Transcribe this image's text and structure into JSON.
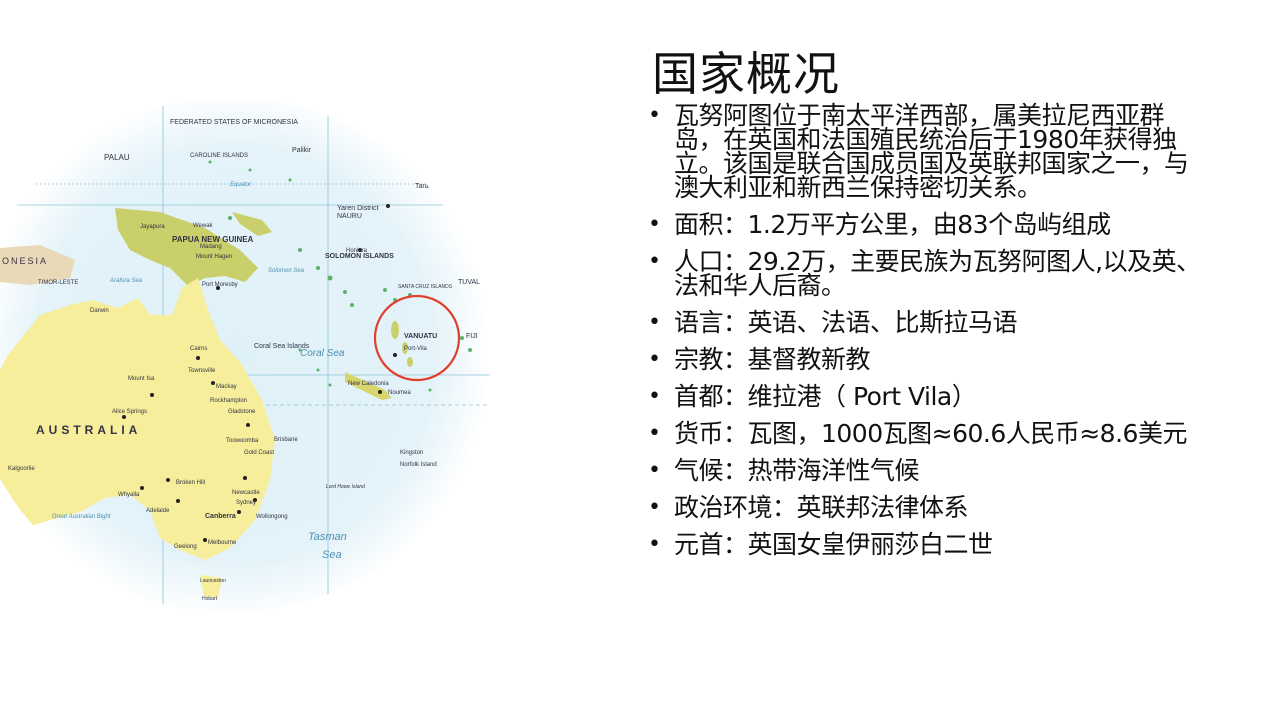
{
  "slide": {
    "title": "国家概况",
    "bullets": [
      "瓦努阿图位于南太平洋西部，属美拉尼西亚群岛，在英国和法国殖民统治后于1980年获得独立。该国是联合国成员国及英联邦国家之一，与澳大利亚和新西兰保持密切关系。",
      "面积：1.2万平方公里，由83个岛屿组成",
      "人口：29.2万，主要民族为瓦努阿图人,以及英、法和华人后裔。",
      "语言：英语、法语、比斯拉马语",
      "宗教：基督教新教",
      "首都：维拉港（ Port Vila）",
      "货币：瓦图，1000瓦图≈60.6人民币≈8.6美元",
      "气候：热带海洋性气候",
      "政治环境：英联邦法律体系",
      "元首：英国女皇伊丽莎白二世"
    ],
    "bullet_glyph": "•"
  },
  "map": {
    "labels": {
      "micronesia": "FEDERATED STATES OF MICRONESIA",
      "palau": "PALAU",
      "caroline": "CAROLINE ISLANDS",
      "palikir": "Palikir",
      "equator": "Equator",
      "nauru": "Yaren District",
      "nauru_name": "NAURU",
      "tarawa": "Tarawa",
      "png": "PAPUA NEW GUINEA",
      "jayapura": "Jayapura",
      "wewak": "Wewak",
      "madang": "Madang",
      "mount_hagen": "Mount Hagen",
      "port_moresby": "Port Moresby",
      "solomon": "SOLOMON ISLANDS",
      "honiara": "Honiara",
      "solomon_sea": "Solomon Sea",
      "santa_cruz": "SANTA CRUZ ISLANDS",
      "tuvalu": "TUVAL",
      "indonesia": "ONESIA",
      "timor": "TIMOR-LESTE",
      "arafura": "Arafura Sea",
      "darwin": "Darwin",
      "vanuatu": "VANUATU",
      "port_vila": "Port-Vila",
      "fiji": "FIJI",
      "coral_islands": "Coral Sea Islands",
      "coral_sea": "Coral Sea",
      "cairns": "Cairns",
      "townsville": "Townsville",
      "mackay": "Mackay",
      "rockhampton": "Rockhampton",
      "gladstone": "Gladstone",
      "mount_isa": "Mount Isa",
      "alice": "Alice Springs",
      "australia": "AUSTRALIA",
      "new_caledonia": "New Caledonia",
      "noumea": "Noumea",
      "toowoomba": "Toowoomba",
      "brisbane": "Brisbane",
      "gold_coast": "Gold Coast",
      "kingston": "Kingston",
      "norfolk": "Norfolk Island",
      "broken_hill": "Broken Hill",
      "whyalla": "Whyalla",
      "adelaide": "Adelaide",
      "newcastle": "Newcastle",
      "sydney": "Sydney",
      "canberra": "Canberra",
      "wollongong": "Wollongong",
      "lord_howe": "Lord Howe Island",
      "geelong": "Geelong",
      "melbourne": "Melbourne",
      "tasman": "Tasman",
      "tasman_sea": "Sea",
      "great_bight": "Great Australian Bight",
      "kalgoorlie": "Kalgoorlie",
      "launceston": "Launceston",
      "hobart": "Hobart"
    },
    "colors": {
      "ocean": "#dff1f8",
      "australia_land": "#f6ee9a",
      "png_land": "#c9cf6a",
      "highlight_circle": "#e0402c"
    }
  }
}
